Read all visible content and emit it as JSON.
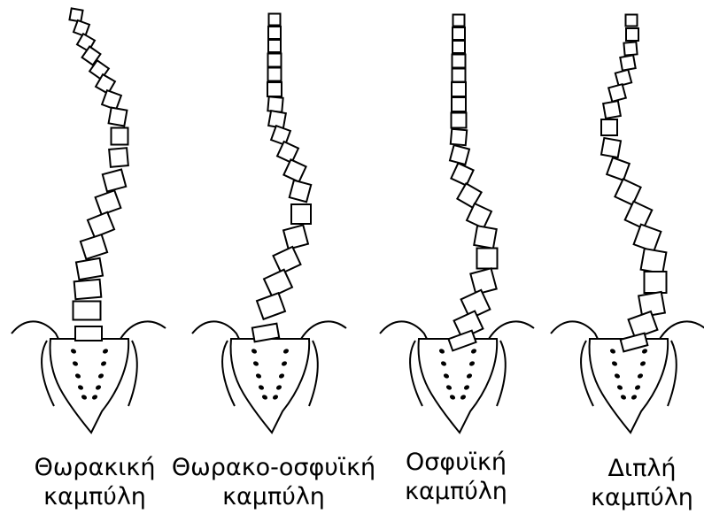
{
  "spines": [
    {
      "id": "thoracic",
      "line1": "Θωρακική",
      "line2": "καμπύλη"
    },
    {
      "id": "thoracolumbar",
      "line1": "Θωρακο-οσφυϊκή",
      "line2": "καμπύλη"
    },
    {
      "id": "lumbar",
      "line1": "Οσφυϊκή",
      "line2": "καμπύλη"
    },
    {
      "id": "double",
      "line1": "Διπλή",
      "line2": "καμπύλη"
    }
  ],
  "colors": {
    "stroke": "#000000",
    "fill": "#ffffff",
    "text": "#000000"
  }
}
